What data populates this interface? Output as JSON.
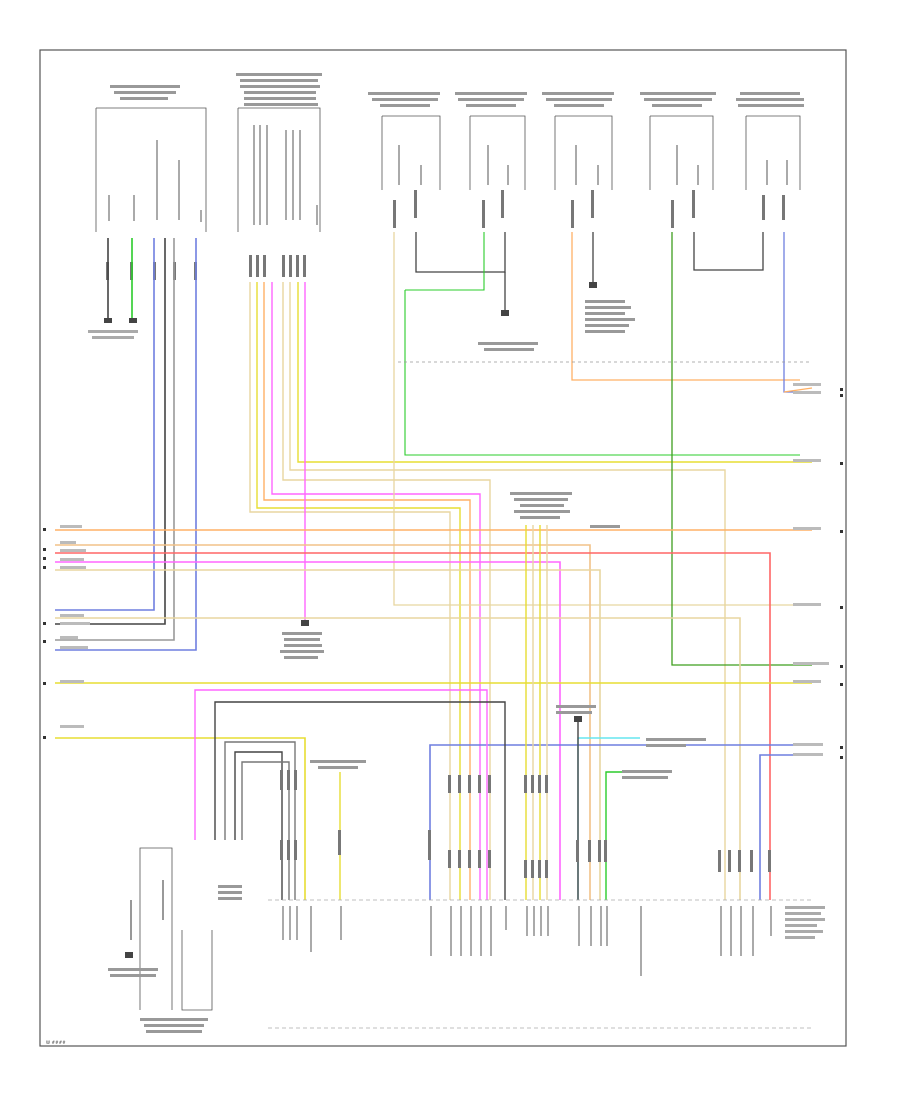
{
  "diagram": {
    "frame_id": "W  ####",
    "label_style": "illegible-micro-text"
  },
  "colors": {
    "frame": "#555555",
    "ground": "#444444",
    "green": "#2bcc2b",
    "dark_green": "#3f9f1f",
    "blue": "#6f7fdf",
    "gray": "#999999",
    "black": "#444444",
    "orange": "#ffb066",
    "peach": "#f2c288",
    "yellow": "#e7dd33",
    "tan": "#e8d6a0",
    "pink": "#ff66ff",
    "red": "#ff6666",
    "cyan": "#66e5ef",
    "violet": "#8d6bd6"
  },
  "components": [
    {
      "id": "rear-module-left"
    },
    {
      "id": "climate-module"
    },
    {
      "id": "sensor-1"
    },
    {
      "id": "sensor-2"
    },
    {
      "id": "sensor-3"
    },
    {
      "id": "sensor-4"
    },
    {
      "id": "sensor-5"
    },
    {
      "id": "splice-pack"
    },
    {
      "id": "main-module"
    },
    {
      "id": "lower-left-module"
    }
  ]
}
